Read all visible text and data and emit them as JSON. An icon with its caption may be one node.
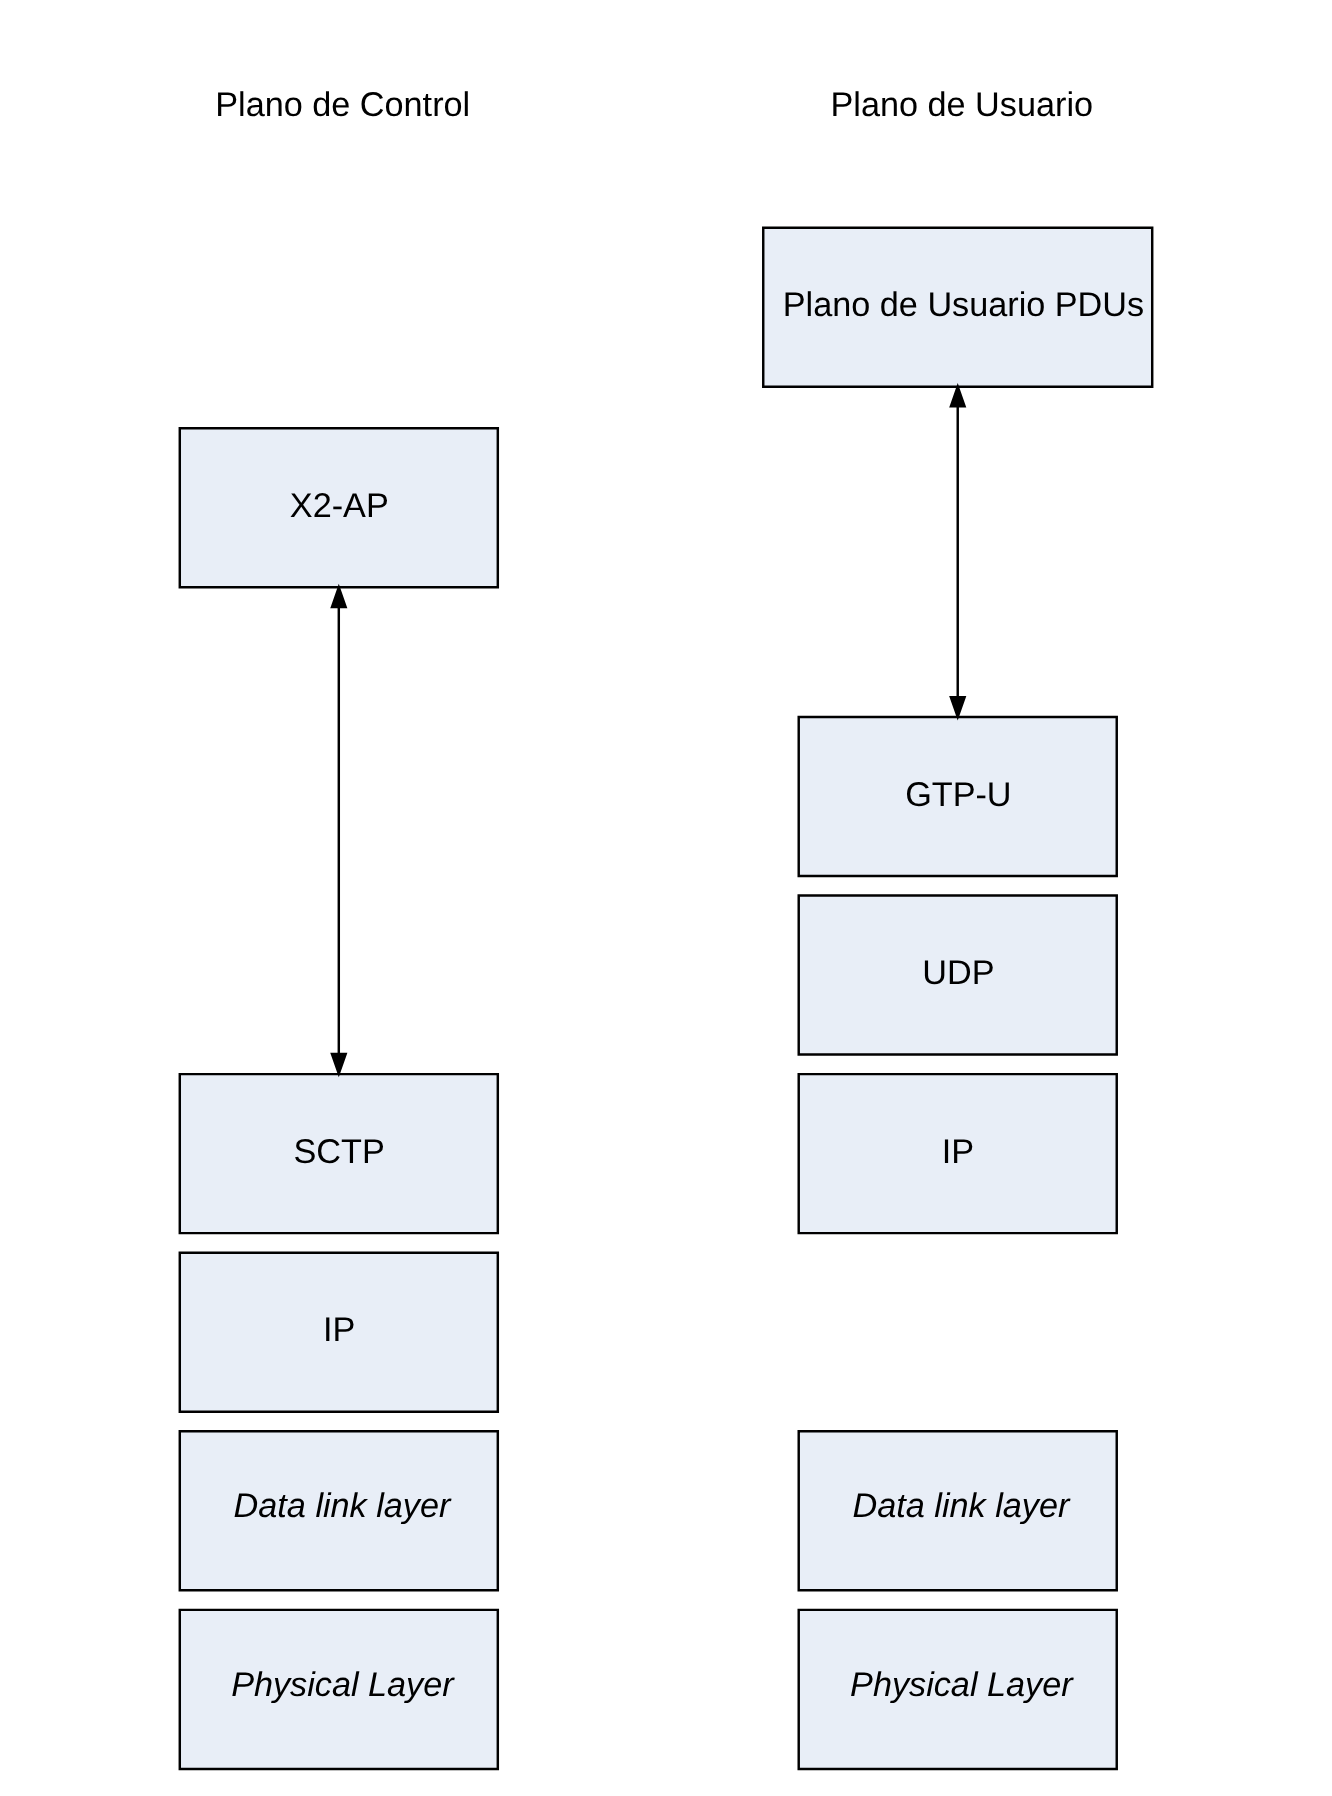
{
  "diagram": {
    "nodes": [
      {
        "text": [
          "X2-AP"
        ]
      },
      {
        "text": [
          "SCTP"
        ]
      },
      {
        "text": [
          "IP"
        ]
      },
      {
        "text": [
          "Data link layer"
        ]
      },
      {
        "text": [
          "Physical Layer"
        ]
      },
      {
        "text": [
          "Plano de Usuario PDUs"
        ]
      },
      {
        "text": [
          "GTP-U"
        ]
      },
      {
        "text": [
          "UDP"
        ]
      },
      {
        "text": [
          "IP"
        ]
      },
      {
        "text": [
          "Data link layer"
        ]
      },
      {
        "text": [
          "Physical Layer"
        ]
      }
    ],
    "edges": [
      {
        "from": 0,
        "to": 1,
        "arrow": "both"
      },
      {
        "from": 5,
        "to": 6,
        "arrow": "both"
      }
    ],
    "labels": [
      "Plano de Control",
      "Plano de Usuario"
    ]
  }
}
